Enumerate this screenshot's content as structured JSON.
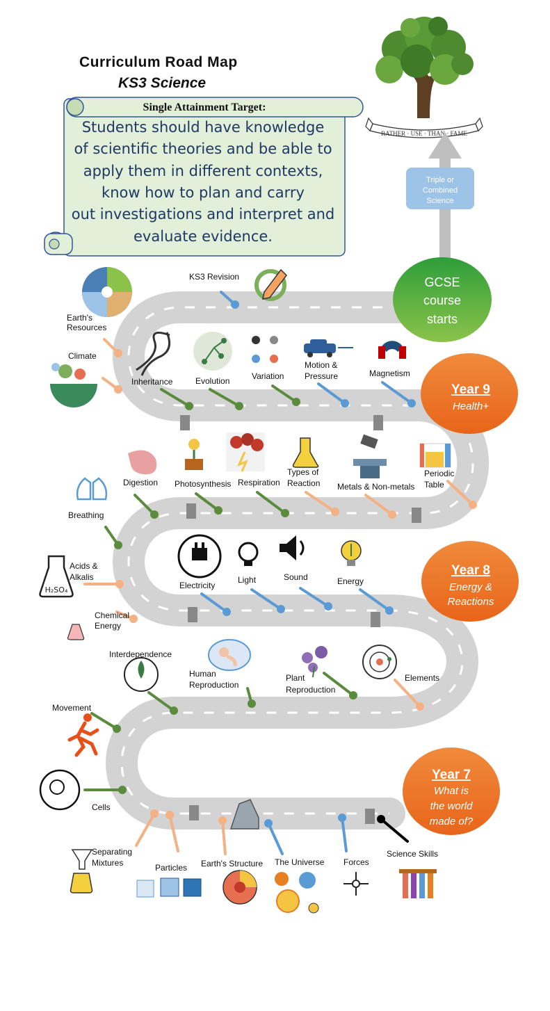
{
  "header": {
    "title": "Curriculum Road Map",
    "subtitle": "KS3 Science"
  },
  "scroll": {
    "heading": "Single Attainment Target:",
    "lines": [
      "Students should have knowledge",
      "of scientific theories and be able to",
      "apply them in different contexts,",
      "know how to plan and carry",
      "out investigations and interpret and",
      "evaluate evidence."
    ]
  },
  "logo": {
    "motto": "RATHER · USE · THAN · FAME"
  },
  "arrow": {
    "lines": [
      "Triple or",
      "Combined",
      "Science"
    ]
  },
  "gcse": {
    "lines": [
      "GCSE",
      "course",
      "starts"
    ]
  },
  "years": {
    "y9": {
      "title": "Year 9",
      "sub": [
        "Health+"
      ]
    },
    "y8": {
      "title": "Year 8",
      "sub": [
        "Energy &",
        "Reactions"
      ]
    },
    "y7": {
      "title": "Year 7",
      "sub": [
        "What is",
        "the world",
        "made of?"
      ]
    }
  },
  "topics": {
    "ks3_revision": "KS3 Revision",
    "earths_resources": [
      "Earth's",
      "Resources"
    ],
    "climate": "Climate",
    "inheritance": "Inheritance",
    "evolution": "Evolution",
    "variation": "Variation",
    "motion_pressure": [
      "Motion &",
      "Pressure"
    ],
    "magnetism": "Magnetism",
    "digestion": "Digestion",
    "photosynthesis": "Photosynthesis",
    "respiration": "Respiration",
    "types_of_reaction": [
      "Types of",
      "Reaction"
    ],
    "metals": "Metals & Non-metals",
    "periodic_table": [
      "Periodic",
      "Table"
    ],
    "breathing": "Breathing",
    "acids": [
      "Acids &",
      "Alkalis"
    ],
    "electricity": "Electricity",
    "light": "Light",
    "sound": "Sound",
    "energy": "Energy",
    "chemical_energy": [
      "Chemical",
      "Energy"
    ],
    "interdependence": "Interdependence",
    "human_reproduction": [
      "Human",
      "Reproduction"
    ],
    "plant_reproduction": [
      "Plant",
      "Reproduction"
    ],
    "elements": "Elements",
    "movement": "Movement",
    "cells": "Cells",
    "separating_mixtures": [
      "Separating",
      "Mixtures"
    ],
    "particles": "Particles",
    "earths_structure": "Earth's Structure",
    "universe": "The Universe",
    "forces": "Forces",
    "science_skills": "Science Skills"
  },
  "colors": {
    "road": "#cfcfcf",
    "road_dash": "#ffffff",
    "biology": "#5b8c3e",
    "physics": "#5b9bd5",
    "chemistry": "#f4b183",
    "skills": "#000000",
    "year_bubble": "#ed7d31",
    "gcse_bubble": "#4caf50",
    "scroll_fill": "#e2efd9",
    "scroll_stroke": "#2f5597",
    "arrow_label": "#9dc3e6"
  }
}
